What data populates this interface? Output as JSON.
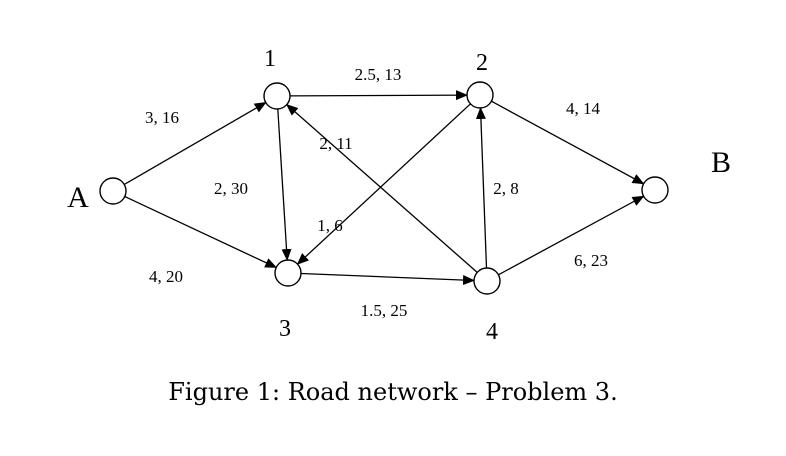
{
  "caption": "Figure 1: Road network – Problem 3.",
  "nodes": [
    {
      "id": "A",
      "label": "A"
    },
    {
      "id": "1",
      "label": "1"
    },
    {
      "id": "2",
      "label": "2"
    },
    {
      "id": "3",
      "label": "3"
    },
    {
      "id": "4",
      "label": "4"
    },
    {
      "id": "B",
      "label": "B"
    }
  ],
  "edges": [
    {
      "from": "A",
      "to": "1",
      "label": "3, 16"
    },
    {
      "from": "A",
      "to": "3",
      "label": "4, 20"
    },
    {
      "from": "1",
      "to": "2",
      "label": "2.5, 13"
    },
    {
      "from": "1",
      "to": "3",
      "label": "2, 30"
    },
    {
      "from": "4",
      "to": "1",
      "label": "2, 11"
    },
    {
      "from": "2",
      "to": "3",
      "label": "1, 6"
    },
    {
      "from": "2",
      "to": "B",
      "label": "4, 14"
    },
    {
      "from": "4",
      "to": "2",
      "label": "2, 8"
    },
    {
      "from": "3",
      "to": "4",
      "label": "1.5, 25"
    },
    {
      "from": "4",
      "to": "B",
      "label": "6, 23"
    }
  ]
}
